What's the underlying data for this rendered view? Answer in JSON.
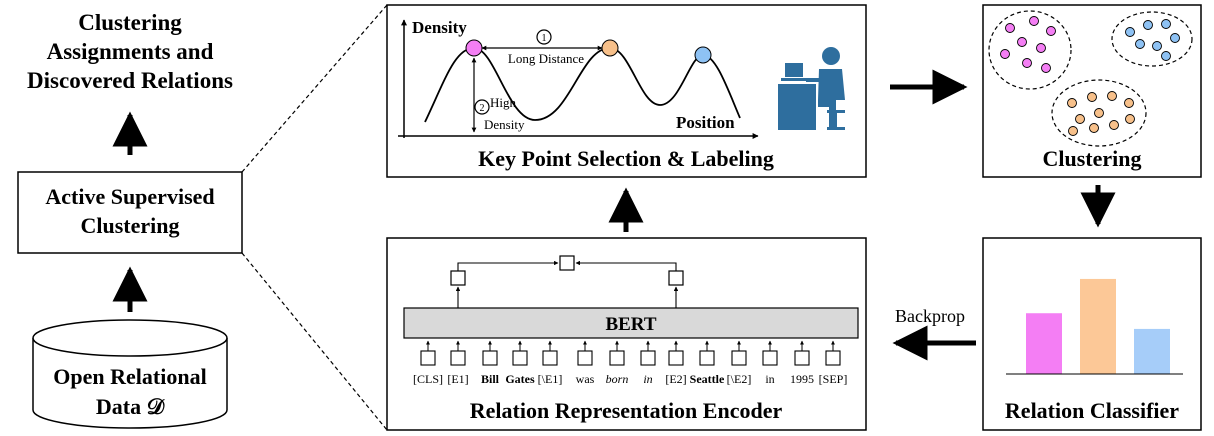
{
  "left_column": {
    "output_title_line1": "Clustering",
    "output_title_line2": "Assignments and",
    "output_title_line3": "Discovered Relations",
    "asc_box_line1": "Active Supervised",
    "asc_box_line2": "Clustering",
    "data_line1": "Open Relational",
    "data_line2": "Data 𝒟"
  },
  "key_point_panel": {
    "title": "Key Point Selection & Labeling",
    "ylabel": "Density",
    "xlabel": "Position",
    "circle_one": "1",
    "circle_two": "2",
    "long_distance": "Long Distance",
    "high_density_line1": "High",
    "high_density_line2": "Density",
    "colors": {
      "pink": "#f47ef4",
      "orange": "#f7c08a",
      "blue": "#8ec2f4",
      "person": "#2e6e9e"
    },
    "icons": [
      "person-at-computer-icon"
    ]
  },
  "clustering_panel": {
    "title": "Clustering",
    "colors": {
      "pink": "#f47ef4",
      "blue": "#8ec2f4",
      "orange": "#f7c08a"
    }
  },
  "classifier_panel": {
    "title": "Relation Classifier",
    "bars": [
      {
        "color": "#f47ef4",
        "value": 0.62
      },
      {
        "color": "#fcc897",
        "value": 0.97
      },
      {
        "color": "#a6cdf9",
        "value": 0.46
      }
    ]
  },
  "encoder_panel": {
    "title": "Relation Representation Encoder",
    "bert_label": "BERT",
    "tokens": [
      {
        "text": "[CLS]",
        "style": "normal"
      },
      {
        "text": "[E1]",
        "style": "normal"
      },
      {
        "text": "Bill",
        "style": "bold"
      },
      {
        "text": "Gates",
        "style": "bold"
      },
      {
        "text": "[\\E1]",
        "style": "normal"
      },
      {
        "text": "was",
        "style": "normal"
      },
      {
        "text": "born",
        "style": "italic"
      },
      {
        "text": "in",
        "style": "italic"
      },
      {
        "text": "[E2]",
        "style": "normal"
      },
      {
        "text": "Seattle",
        "style": "bold"
      },
      {
        "text": "[\\E2]",
        "style": "normal"
      },
      {
        "text": "in",
        "style": "normal"
      },
      {
        "text": "1995",
        "style": "normal"
      },
      {
        "text": "[SEP]",
        "style": "normal"
      }
    ]
  },
  "arrows": {
    "backprop_label": "Backprop"
  }
}
